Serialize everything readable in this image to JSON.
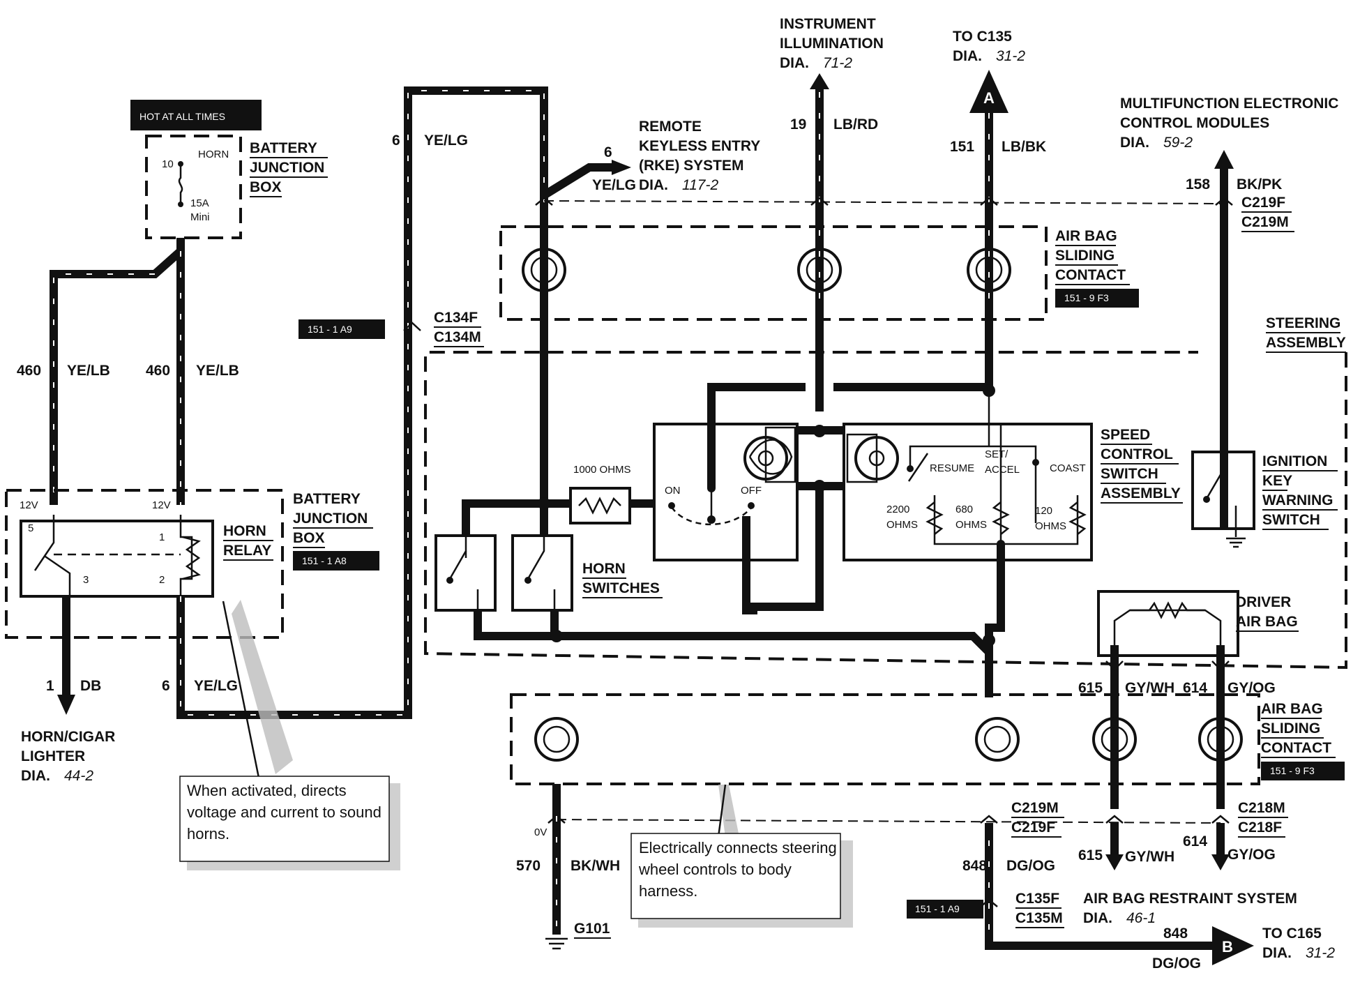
{
  "banner": {
    "hot": "HOT AT ALL TIMES"
  },
  "battery_junction_box_top": {
    "line1": "BATTERY",
    "line2": "JUNCTION",
    "line3": "BOX",
    "fuse_num": "10",
    "fuse_name": "HORN",
    "fuse_amp": "15A",
    "fuse_type": "Mini"
  },
  "left_circuits": {
    "c1": {
      "num": "460",
      "color": "YE/LB"
    },
    "c2": {
      "num": "460",
      "color": "YE/LB"
    },
    "c3": {
      "num": "6",
      "color": "YE/LG"
    },
    "c4": {
      "num": "1",
      "color": "DB"
    },
    "c5": {
      "num": "6",
      "color": "YE/LG"
    }
  },
  "horn_relay": {
    "label1": "HORN",
    "label2": "RELAY",
    "v1": "12V",
    "v2": "12V",
    "pin5": "5",
    "pin1": "1",
    "pin3": "3",
    "pin2": "2"
  },
  "battery_junction_box_relay": {
    "line1": "BATTERY",
    "line2": "JUNCTION",
    "line3": "BOX",
    "ref": "151 - 1 A8"
  },
  "horn_cigar": {
    "line1": "HORN/CIGAR",
    "line2": "LIGHTER",
    "dia": "DIA.",
    "dia_num": "44-2"
  },
  "callout_relay": "When activated, directs voltage and current to sound horns.",
  "callout_contact": "Electrically connects steering wheel controls to body harness.",
  "refs": {
    "r1": "151 - 1 A9",
    "r2": "151 - 9 F3",
    "r3": "151 - 9 F3",
    "r4": "151 - 1 A9"
  },
  "connectors": {
    "c134f": "C134F",
    "c134m": "C134M",
    "c219f_top": "C219F",
    "c219m_top": "C219M",
    "c219m_bot": "C219M",
    "c219f_bot": "C219F",
    "c218m": "C218M",
    "c218f": "C218F",
    "c135f": "C135F",
    "c135m": "C135M"
  },
  "rke": {
    "line1": "REMOTE",
    "line2": "KEYLESS ENTRY",
    "line3": "(RKE) SYSTEM",
    "num": "6",
    "color": "YE/LG",
    "dia": "DIA.",
    "dia_num": "117-2"
  },
  "instrument": {
    "line1": "INSTRUMENT",
    "line2": "ILLUMINATION",
    "dia": "DIA.",
    "dia_num": "71-2",
    "num": "19",
    "color": "LB/RD"
  },
  "c135_dest": {
    "line1": "TO C135",
    "dia": "DIA.",
    "dia_num": "31-2",
    "letter": "A",
    "num": "151",
    "color": "LB/BK"
  },
  "mfm": {
    "line1": "MULTIFUNCTION ELECTRONIC",
    "line2": "CONTROL MODULES",
    "dia": "DIA.",
    "dia_num": "59-2",
    "num": "158",
    "color": "BK/PK"
  },
  "airbag_contact_top": {
    "line1": "AIR BAG",
    "line2": "SLIDING",
    "line3": "CONTACT"
  },
  "airbag_contact_bot": {
    "line1": "AIR BAG",
    "line2": "SLIDING",
    "line3": "CONTACT"
  },
  "steering": {
    "line1": "STEERING",
    "line2": "ASSEMBLY"
  },
  "speed_control": {
    "line1": "SPEED",
    "line2": "CONTROL",
    "line3": "SWITCH",
    "line4": "ASSEMBLY",
    "on": "ON",
    "off": "OFF",
    "resume": "RESUME",
    "set": "SET/",
    "accel": "ACCEL",
    "coast": "COAST",
    "r1_val": "2200",
    "r1_unit": "OHMS",
    "r2_val": "680",
    "r2_unit": "OHMS",
    "r3_val": "120",
    "r3_unit": "OHMS",
    "r0": "1000 OHMS"
  },
  "horn_switches": {
    "line1": "HORN",
    "line2": "SWITCHES"
  },
  "ignition_switch": {
    "line1": "IGNITION",
    "line2": "KEY",
    "line3": "WARNING",
    "line4": "SWITCH"
  },
  "driver_airbag": {
    "line1": "DRIVER",
    "line2": "AIR BAG"
  },
  "airbag_circuits": {
    "a1_num": "615",
    "a1_color": "GY/WH",
    "a2_num": "614",
    "a2_color": "GY/OG",
    "b1_num": "615",
    "b1_color": "GY/WH",
    "b2_num": "614",
    "b2_color": "GY/OG"
  },
  "airbag_restraint": {
    "line1": "AIR BAG RESTRAINT SYSTEM",
    "dia": "DIA.",
    "dia_num": "46-1"
  },
  "ground": {
    "volt": "0V",
    "num": "570",
    "color": "BK/WH",
    "label": "G101"
  },
  "c165_dest": {
    "num_side": "848",
    "color_side": "DG/OG",
    "num_bottom": "848",
    "color_bottom": "DG/OG",
    "letter": "B",
    "line1": "TO C165",
    "dia": "DIA.",
    "dia_num": "31-2"
  }
}
